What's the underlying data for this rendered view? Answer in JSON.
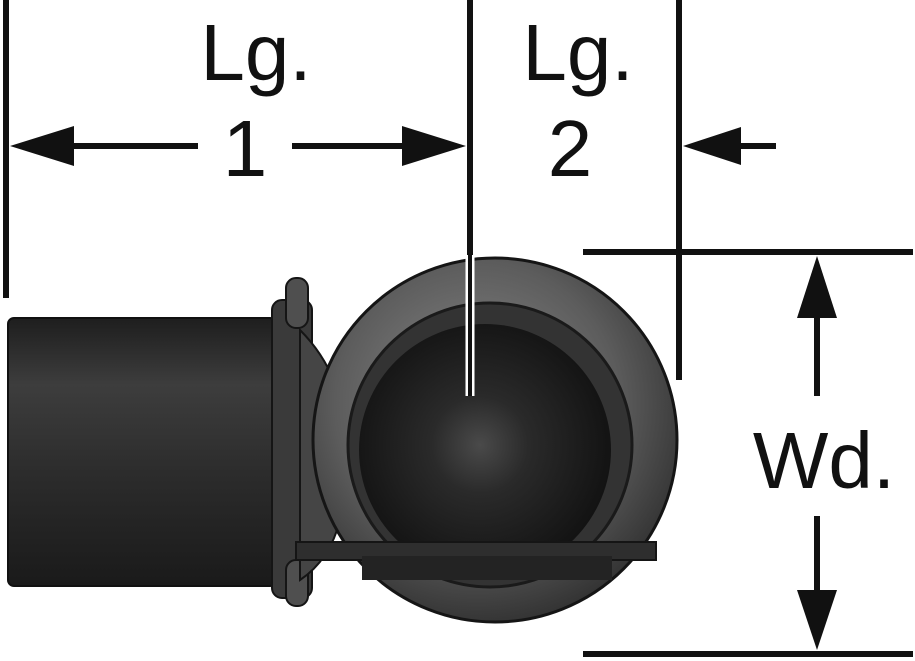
{
  "labels": {
    "length1_prefix": "Lg.",
    "length1_number": "1",
    "length2_prefix": "Lg.",
    "length2_number": "2",
    "width": "Wd."
  },
  "colors": {
    "line": "#111111",
    "part_dark": "#2a2a2a",
    "part_mid": "#4a4a4a",
    "part_light": "#7a7a7a",
    "ball": "#1c1c1c"
  }
}
